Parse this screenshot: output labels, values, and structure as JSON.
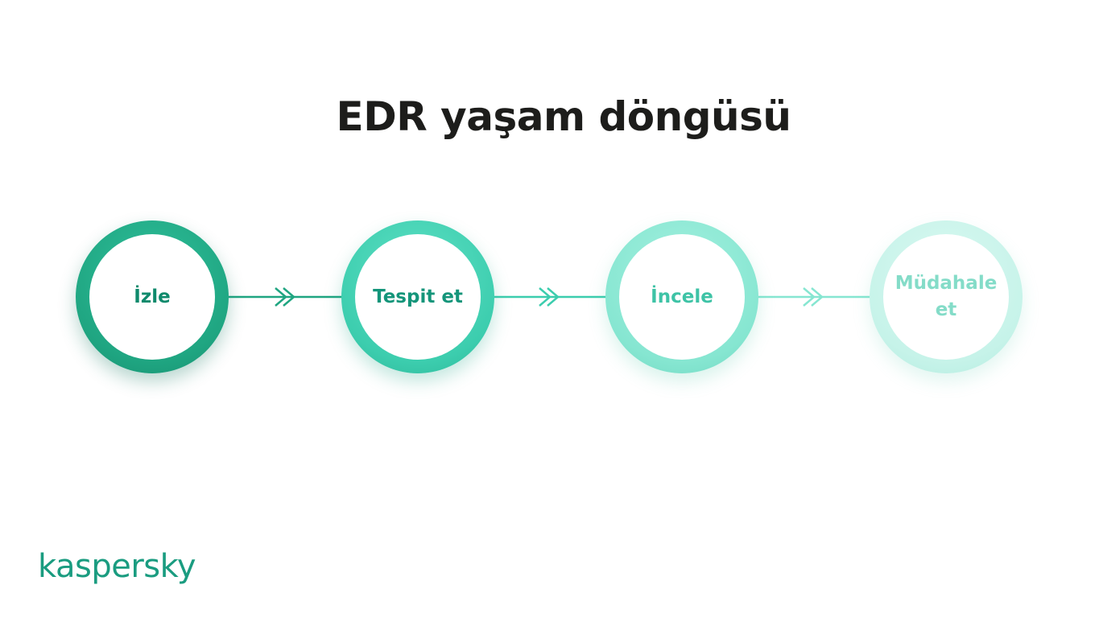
{
  "title": "EDR yaşam döngüsü",
  "steps": [
    {
      "label": "İzle"
    },
    {
      "label": "Tespit et"
    },
    {
      "label": "İncele"
    },
    {
      "label": "Müdahale et"
    }
  ],
  "colors": {
    "step1": "#1fa581",
    "step2": "#3ccdae",
    "step3": "#86e6d1",
    "step4": "#c6f3e9",
    "title": "#1d1d1b",
    "brand": "#1a9c80"
  },
  "brand": {
    "logo_text": "kaspersky"
  }
}
